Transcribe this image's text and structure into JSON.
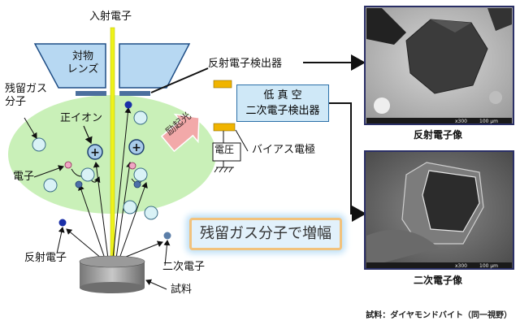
{
  "labels": {
    "incident_electron": "入射電子",
    "objective_lens": "対物\nレンズ",
    "bse_detector": "反射電子検出器",
    "low_vacuum_se_detector": "低 真 空\n二次電子検出器",
    "residual_gas_molecule": "残留ガス\n分子",
    "positive_ion": "正イオン",
    "electron": "電子",
    "excitation_light": "励起光",
    "voltage": "電圧",
    "bias_electrode": "バイアス電極",
    "amplification": "残留ガス分子で増幅",
    "reflected_electron": "反射電子",
    "secondary_electron": "二次電子",
    "sample": "試料"
  },
  "images": {
    "bse_caption": "反射電子像",
    "se_caption": "二次電子像",
    "scale_text": "100 μm",
    "scale_mag": "x300"
  },
  "footer": {
    "source": "試料：ダイヤモンドバイト（同一視野）"
  },
  "colors": {
    "gas_cloud": "#c9f0b8",
    "beam": "#eef21a",
    "ion_plus": "#6a9fd0",
    "excitation_arrow": "#f2a9a9",
    "photo_border": "#2a2f66"
  }
}
